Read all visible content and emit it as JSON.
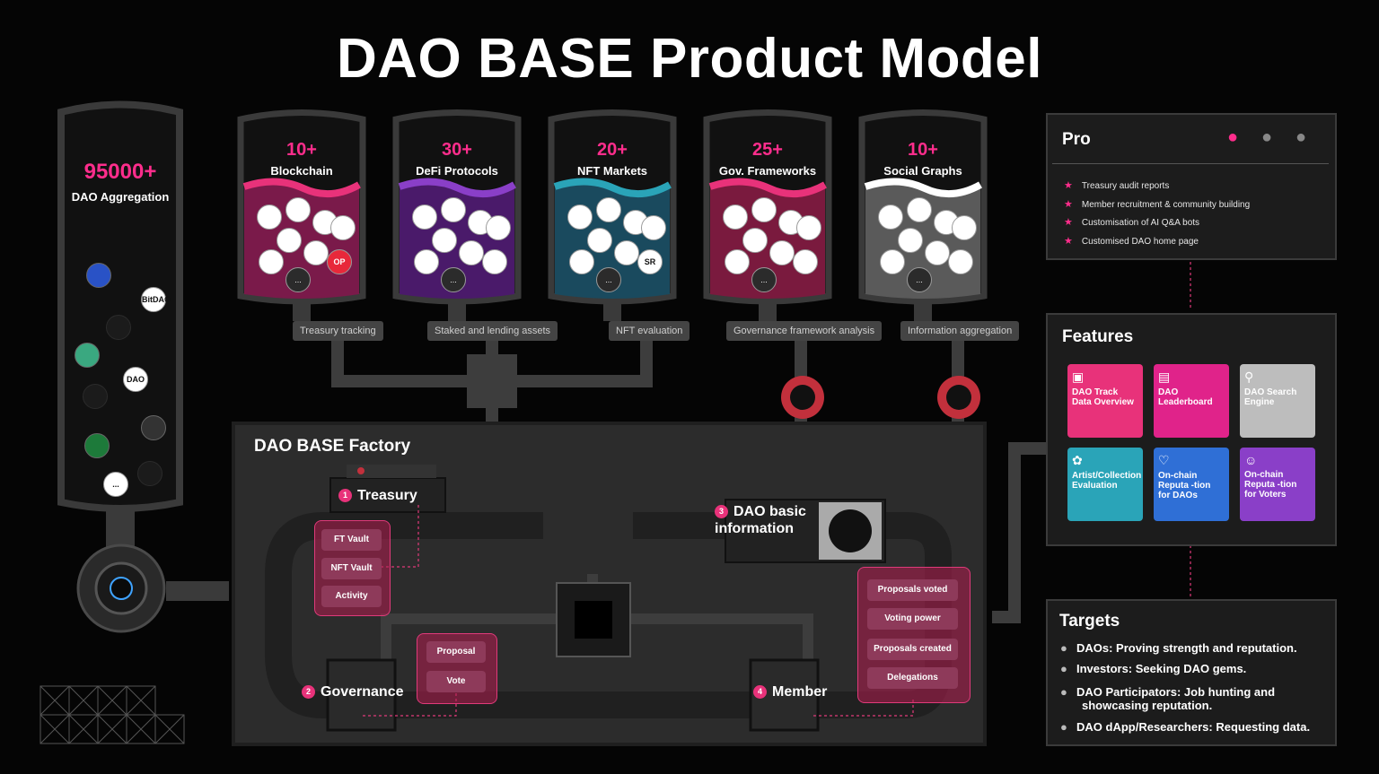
{
  "title": "DAO BASE Product Model",
  "aggregation": {
    "count": "95000+",
    "label": "DAO Aggregation",
    "coins": [
      "BitDAO",
      "DAO",
      "..."
    ]
  },
  "tanks": [
    {
      "count": "10+",
      "label": "Blockchain",
      "tag": "Treasury tracking",
      "more": "...",
      "badge": "OP"
    },
    {
      "count": "30+",
      "label": "DeFi Protocols",
      "tag": "Staked and lending assets",
      "more": "..."
    },
    {
      "count": "20+",
      "label": "NFT Markets",
      "tag": "NFT evaluation",
      "more": "...",
      "badge": "SR"
    },
    {
      "count": "25+",
      "label": "Gov. Frameworks",
      "tag": "Governance framework analysis",
      "more": "..."
    },
    {
      "count": "10+",
      "label": "Social Graphs",
      "tag": "Information aggregation",
      "more": "..."
    }
  ],
  "factory": {
    "title": "DAO BASE Factory",
    "steps": [
      {
        "num": "1",
        "label": "Treasury"
      },
      {
        "num": "2",
        "label": "Governance"
      },
      {
        "num": "3",
        "label": "DAO basic information"
      },
      {
        "num": "4",
        "label": "Member"
      }
    ],
    "treasury_items": [
      "FT Vault",
      "NFT Vault",
      "Activity"
    ],
    "governance_items": [
      "Proposal",
      "Vote"
    ],
    "member_items": [
      "Proposals voted",
      "Voting power",
      "Proposals created",
      "Delegations"
    ]
  },
  "pro": {
    "title": "Pro",
    "items": [
      "Treasury audit reports",
      "Member recruitment & community building",
      "Customisation of AI Q&A bots",
      "Customised DAO home page"
    ]
  },
  "features": {
    "title": "Features",
    "cards": [
      {
        "label": "DAO Track Data Overview",
        "color": "#e8327a"
      },
      {
        "label": "DAO Leaderboard",
        "color": "#e0238a"
      },
      {
        "label": "DAO Search Engine",
        "color": "#bdbdbd"
      },
      {
        "label": "Artist/Collection Evaluation",
        "color": "#2aa4b8"
      },
      {
        "label": "On-chain Reputa -tion for DAOs",
        "color": "#2f6fd6"
      },
      {
        "label": "On-chain Reputa -tion for Voters",
        "color": "#8a3fc8"
      }
    ]
  },
  "targets": {
    "title": "Targets",
    "items": [
      "DAOs: Proving strength and reputation.",
      "Investors: Seeking DAO gems.",
      "DAO Participators: Job hunting and showcasing reputation.",
      "DAO dApp/Researchers: Requesting data."
    ]
  },
  "colors": {
    "accent": "#ff2d8c",
    "pipe": "#3d3d3d",
    "valve": "#c2303c",
    "panel": "#1c1c1c"
  }
}
